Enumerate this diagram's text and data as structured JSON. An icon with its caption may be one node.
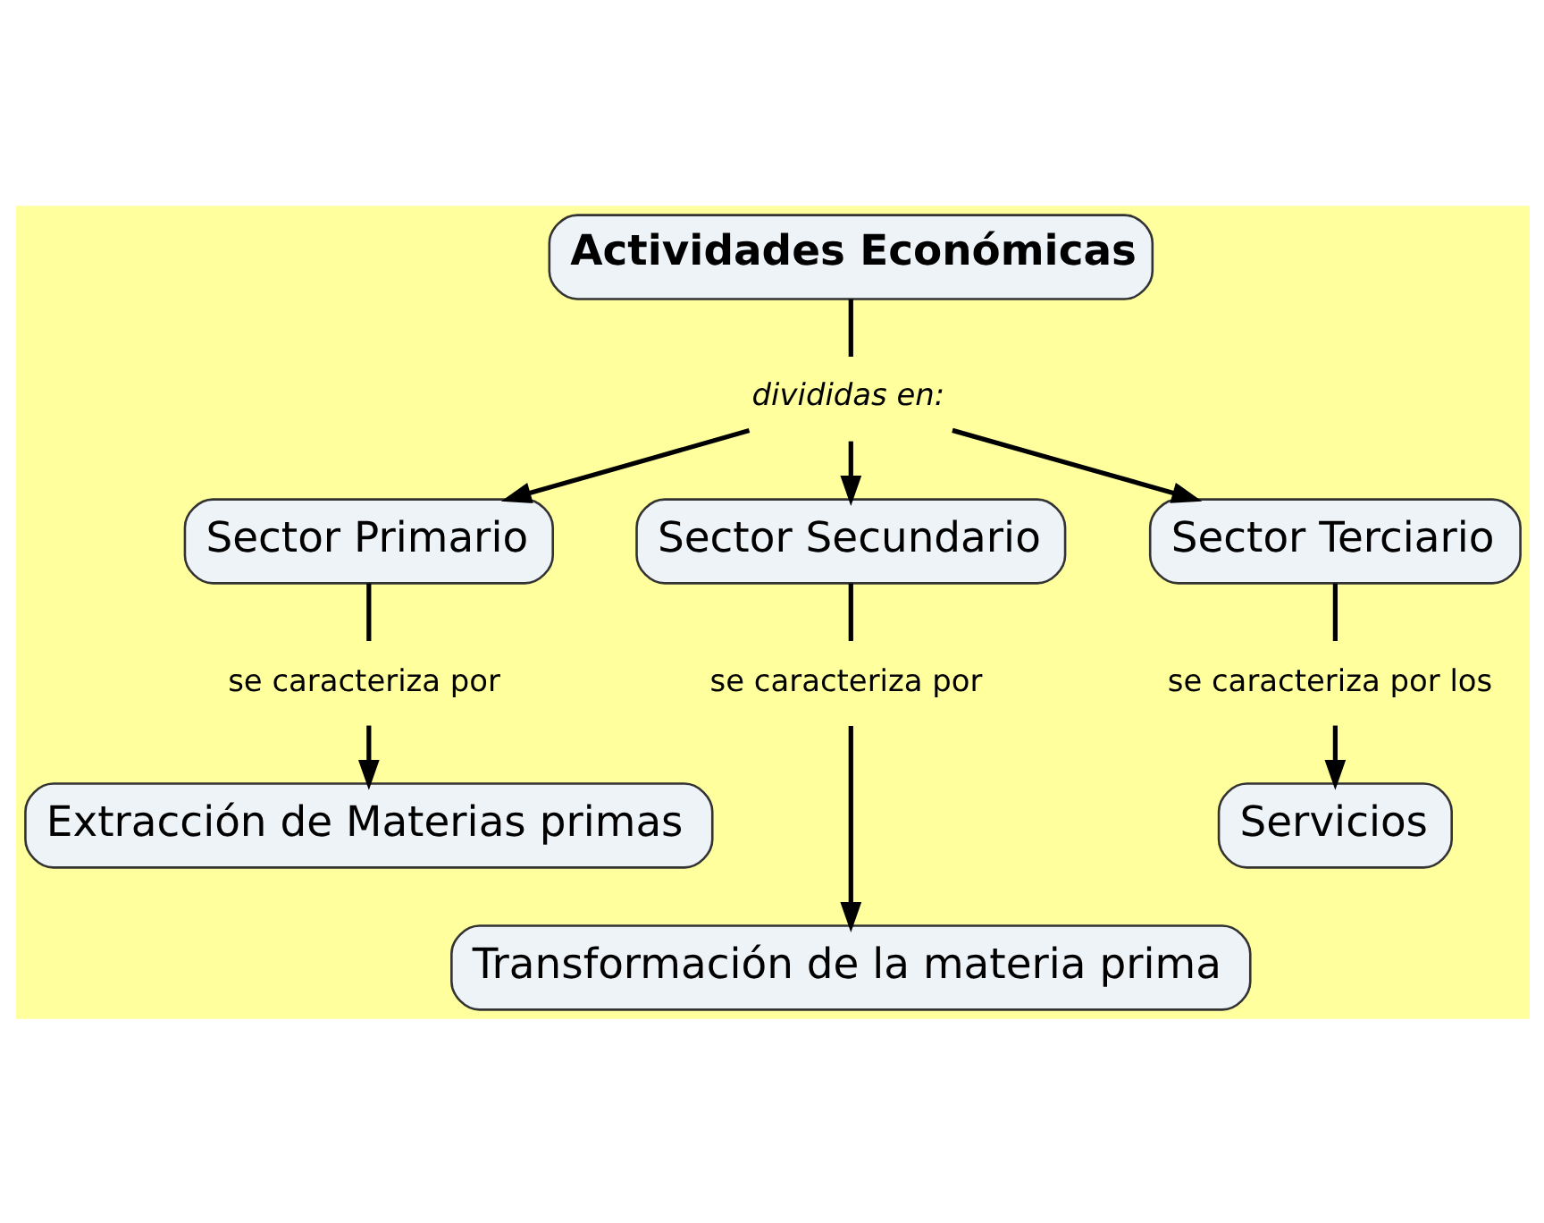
{
  "diagram": {
    "nodes": [
      {
        "text": [
          "Actividades Económicas"
        ]
      },
      {
        "text": [
          "divididas en:"
        ]
      },
      {
        "text": [
          "Sector Primario"
        ]
      },
      {
        "text": [
          "Sector Secundario"
        ]
      },
      {
        "text": [
          "Sector Terciario"
        ]
      },
      {
        "text": [
          "se caracteriza por"
        ]
      },
      {
        "text": [
          "Extracción de Materias primas"
        ]
      },
      {
        "text": [
          "se caracteriza por"
        ]
      },
      {
        "text": [
          "Transformación de la materia prima"
        ]
      },
      {
        "text": [
          "se caracteriza por los"
        ]
      },
      {
        "text": [
          "Servicios"
        ]
      }
    ],
    "edges": [
      {
        "from": 0,
        "to": 1,
        "arrow": "none"
      },
      {
        "from": 1,
        "to": 2,
        "arrow": "to"
      },
      {
        "from": 1,
        "to": 3,
        "arrow": "to"
      },
      {
        "from": 1,
        "to": 4,
        "arrow": "to"
      },
      {
        "from": 2,
        "to": 5,
        "arrow": "none"
      },
      {
        "from": 5,
        "to": 6,
        "arrow": "to"
      },
      {
        "from": 3,
        "to": 7,
        "arrow": "none"
      },
      {
        "from": 7,
        "to": 8,
        "arrow": "to"
      },
      {
        "from": 4,
        "to": 9,
        "arrow": "none"
      },
      {
        "from": 9,
        "to": 10,
        "arrow": "to"
      }
    ]
  }
}
